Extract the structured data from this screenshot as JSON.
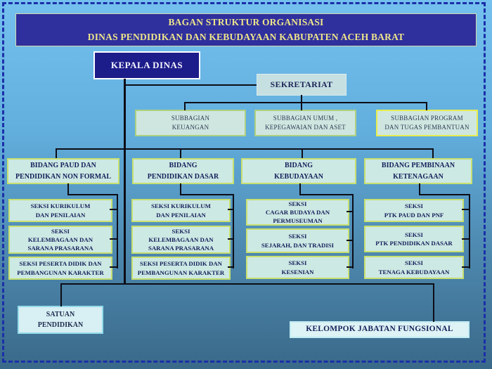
{
  "slide": {
    "title_line1": "BAGAN STRUKTUR ORGANISASI",
    "title_line2": "DINAS PENDIDIKAN DAN KEBUDAYAAN KABUPATEN ACEH BARAT"
  },
  "kepala_dinas": {
    "label": "KEPALA DINAS"
  },
  "sekretariat": {
    "label": "SEKRETARIAT",
    "subbagian": [
      "SUBBAGIAN\nKEUANGAN",
      "SUBBAGIAN UMUM ,\nKEPEGAWAIAN DAN ASET",
      "SUBBAGIAN PROGRAM\nDAN TUGAS PEMBANTUAN"
    ]
  },
  "bidang": [
    {
      "label": "BIDANG PAUD DAN\nPENDIDIKAN NON FORMAL",
      "seksi": [
        "SEKSI KURIKULUM\nDAN PENILAIAN",
        "SEKSI\nKELEMBAGAAN DAN\nSARANA PRASARANA",
        "SEKSI PESERTA DIDIK DAN\nPEMBANGUNAN KARAKTER"
      ]
    },
    {
      "label": "BIDANG\nPENDIDIKAN DASAR",
      "seksi": [
        "SEKSI KURIKULUM\nDAN PENILAIAN",
        "SEKSI\nKELEMBAGAAN DAN\nSARANA PRASARANA",
        "SEKSI PESERTA DIDIK DAN\nPEMBANGUNAN KARAKTER"
      ]
    },
    {
      "label": "BIDANG\nKEBUDAYAAN",
      "seksi": [
        "SEKSI\nCAGAR BUDAYA DAN\nPERMUSEUMAN",
        "SEKSI\nSEJARAH, DAN TRADISI",
        "SEKSI\nKESENIAN"
      ]
    },
    {
      "label": "BIDANG PEMBINAAN\nKETENAGAAN",
      "seksi": [
        "SEKSI\nPTK PAUD DAN PNF",
        "SEKSI\nPTK PENDIDIKAN DASAR",
        "SEKSI\nTENAGA KEBUDAYAAN"
      ]
    }
  ],
  "bottom": {
    "satuan_pendidikan": "SATUAN\nPENDIDIKAN",
    "kelompok_jabatan": "KELOMPOK JABATAN FUNGSIONAL"
  },
  "colors": {
    "title_bg": "#2f2f9e",
    "title_text": "#eee68a",
    "kepala_bg": "#1c1c8a",
    "box_fill": "#cde9e4",
    "box_border_green": "#c8e070",
    "box_border_yellow": "#e8ed4e",
    "connector_line": "#0d0d16",
    "dashed_border": "#1b2fa8",
    "bg_top": "#74c0ee",
    "bg_bottom": "#3a6989"
  }
}
